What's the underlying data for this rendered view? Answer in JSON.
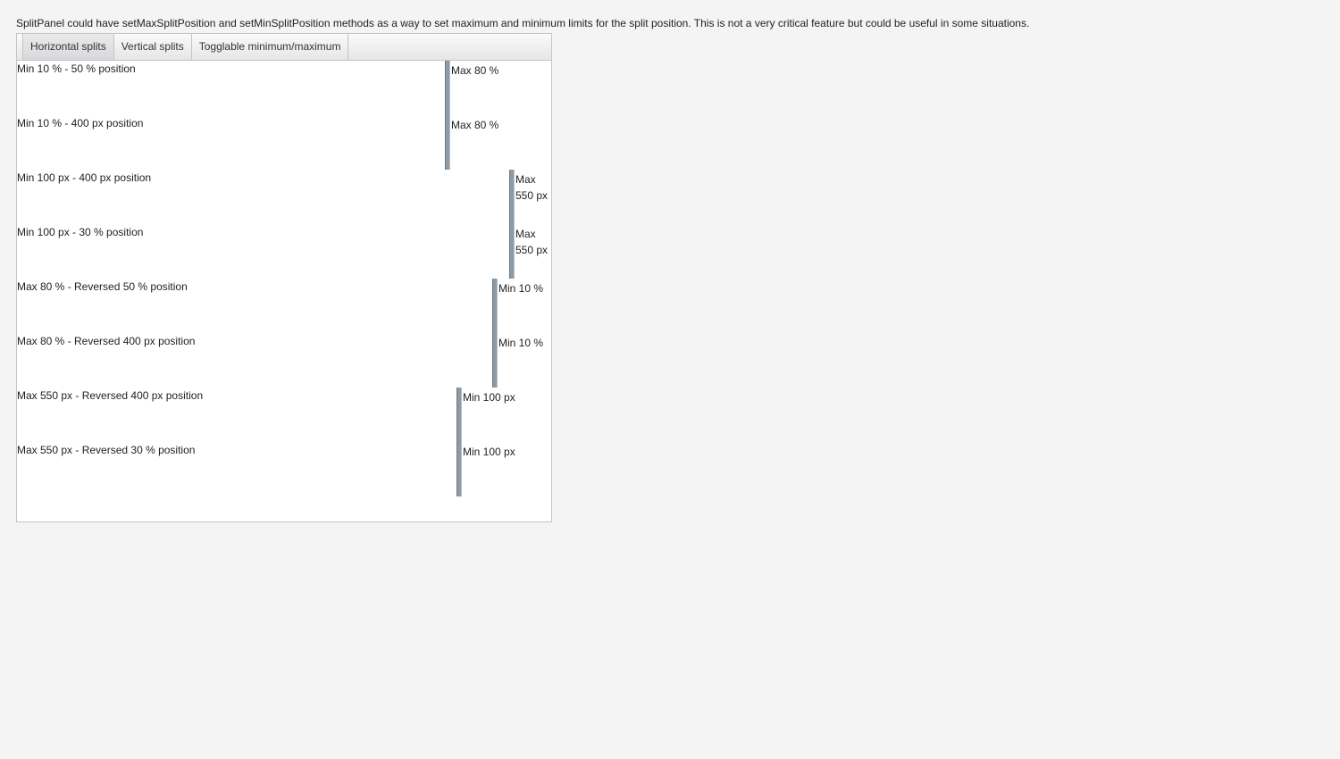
{
  "description": "SplitPanel could have setMaxSplitPosition and setMinSplitPosition methods as a way to set maximum and minimum limits for the split position. This is not a very critical feature but could be useful in some situations.",
  "tabs": [
    {
      "label": "Horizontal splits",
      "selected": true
    },
    {
      "label": "Vertical splits",
      "selected": false
    },
    {
      "label": "Togglable minimum/maximum",
      "selected": false
    }
  ],
  "splits": [
    {
      "rows": [
        {
          "left": "Min 10 % - 50 % position",
          "right": "Max 80 %"
        },
        {
          "left": "Min 10 % - 400 px position",
          "right": "Max 80 %"
        }
      ]
    },
    {
      "rows": [
        {
          "left": "Min 100 px - 400 px position",
          "right": "Max 550 px"
        },
        {
          "left": "Min 100 px - 30 % position",
          "right": "Max 550 px"
        }
      ]
    },
    {
      "rows": [
        {
          "left": "Max 80 % - Reversed 50 % position",
          "right": "Min 10 %"
        },
        {
          "left": "Max 80 % - Reversed 400 px position",
          "right": "Min 10 %"
        }
      ]
    },
    {
      "rows": [
        {
          "left": "Max 550 px - Reversed 400 px position",
          "right": "Min 100 px"
        },
        {
          "left": "Max 550 px - Reversed 30 % position",
          "right": "Min 100 px"
        }
      ]
    }
  ]
}
